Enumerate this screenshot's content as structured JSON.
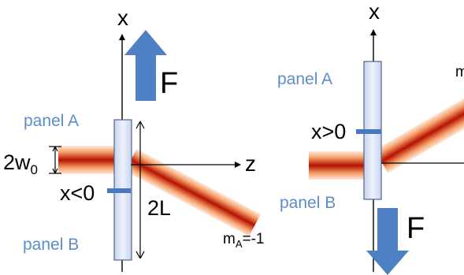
{
  "left_setup": {
    "axis_x_label": "x",
    "axis_z_label": "z",
    "force_label": "F",
    "force_direction": "up",
    "panel_a_label": "panel A",
    "panel_b_label": "panel B",
    "beam_width_label_main": "2w",
    "beam_width_label_sub": "0",
    "position_label": "x<0",
    "length_label": "2L",
    "order_label_main": "m",
    "order_label_sub": "A",
    "order_label_value": "=-1"
  },
  "right_setup": {
    "axis_x_label": "x",
    "force_label": "F",
    "force_direction": "down",
    "panel_a_label": "panel A",
    "panel_b_label": "panel B",
    "position_label": "x>0",
    "order_label_partial": "m"
  },
  "colors": {
    "arrow_blue": "#4f80c4",
    "panel_fill": "#dfe6f5",
    "panel_stroke": "#50648c",
    "marker_blue": "#4a78c0",
    "label_blue": "#5b8ec9",
    "beam_core": "#b50e00",
    "beam_edge": "#fde6d6"
  }
}
